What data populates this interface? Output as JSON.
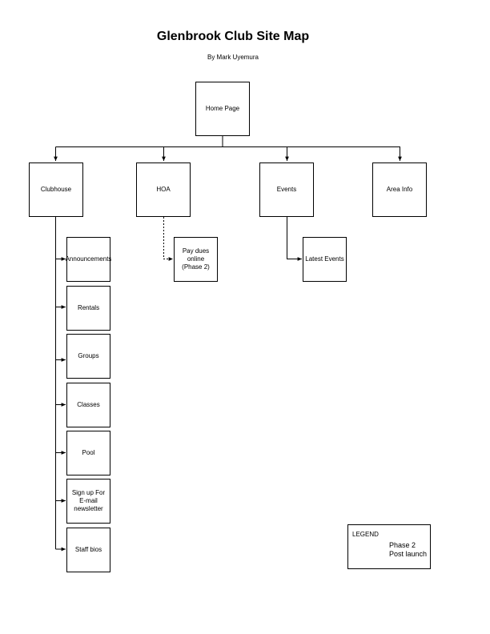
{
  "header": {
    "title": "Glenbrook Club Site Map",
    "author": "By Mark Uyemura"
  },
  "nodes": {
    "home": "Home Page",
    "clubhouse": "Clubhouse",
    "hoa": "HOA",
    "events": "Events",
    "area_info": "Area Info",
    "pay_dues": "Pay dues\nonline\n(Phase 2)",
    "latest_events": "Latest Events",
    "announcements": "Announcements",
    "rentals": "Rentals",
    "groups": "Groups",
    "classes": "Classes",
    "pool": "Pool",
    "signup": "Sign up For\nE-mail\nnewsletter",
    "staff_bios": "Staff bios"
  },
  "legend": {
    "title": "LEGEND",
    "dashed_label": "Phase 2\nPost launch"
  }
}
